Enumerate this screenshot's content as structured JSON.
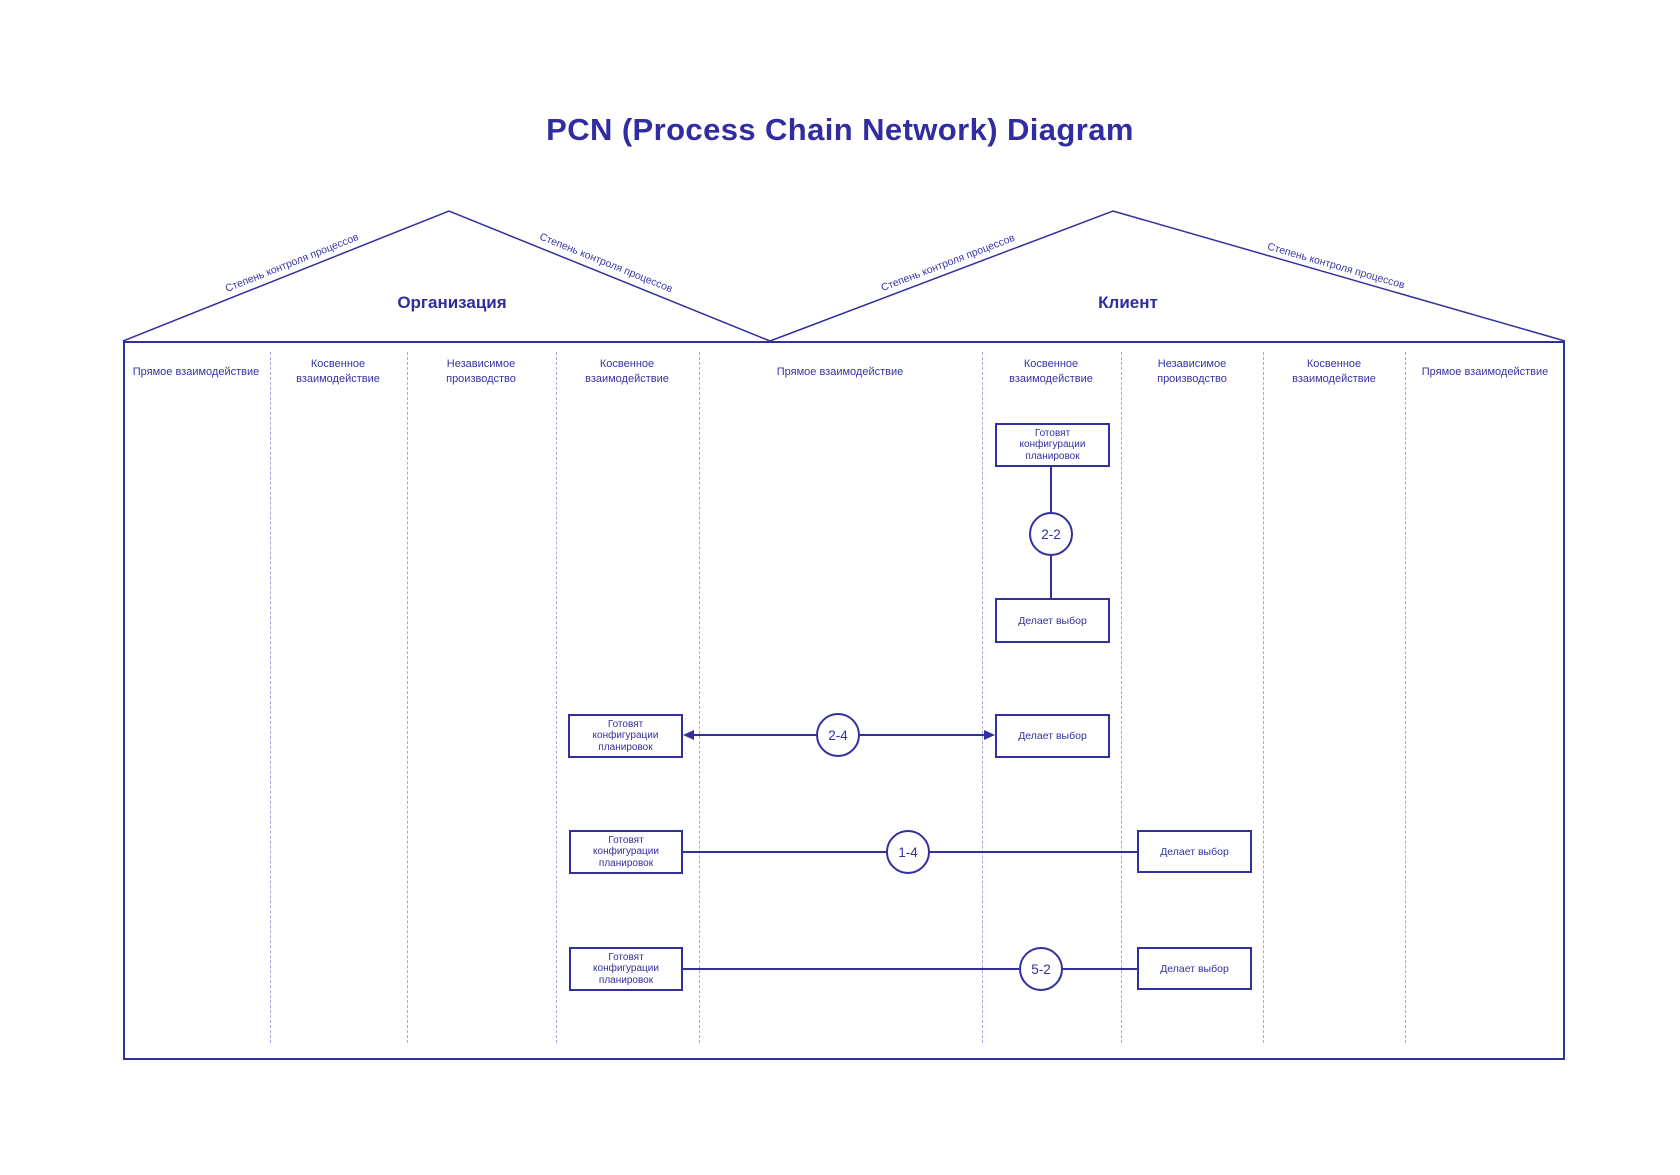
{
  "title": "PCN (Process Chain Network) Diagram",
  "roof_label": "Степень контроля процессов",
  "sections": [
    {
      "name": "Организация"
    },
    {
      "name": "Клиент"
    }
  ],
  "columns": [
    {
      "label": "Прямое взаимодействие"
    },
    {
      "label": "Косвенное взаимодействие"
    },
    {
      "label": "Независимое производство"
    },
    {
      "label": "Косвенное взаимодействие"
    },
    {
      "label": "Прямое взаимодействие"
    },
    {
      "label": "Косвенное взаимодействие"
    },
    {
      "label": "Независимое производство"
    },
    {
      "label": "Косвенное взаимодействие"
    },
    {
      "label": "Прямое взаимодействие"
    }
  ],
  "node_labels": {
    "prepare": "Готовят конфигурации планировок",
    "choose": "Делает выбор"
  },
  "connectors": [
    {
      "label": "2-2"
    },
    {
      "label": "2-4"
    },
    {
      "label": "1-4"
    },
    {
      "label": "5-2"
    }
  ],
  "colors": {
    "primary": "#322F9E",
    "grid_dash": "#A5A6DB",
    "background": "#FFFFFF"
  }
}
